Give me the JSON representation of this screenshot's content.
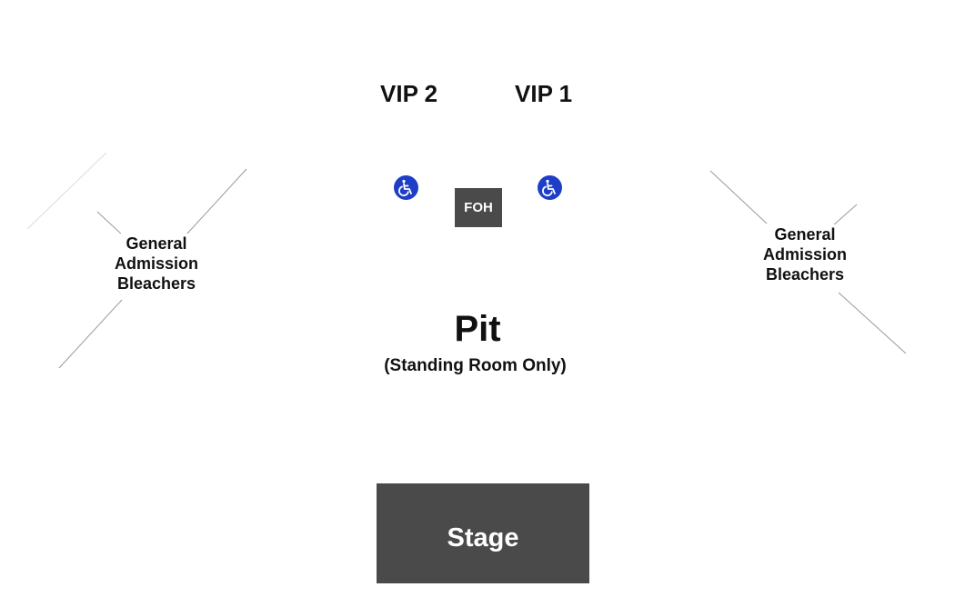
{
  "sections": {
    "vip2": "VIP 2",
    "vip1": "VIP 1",
    "foh": "FOH",
    "pit": "Pit",
    "pit_note": "(Standing Room Only)",
    "stage": "Stage",
    "ga_left": [
      "General",
      "Admission",
      "Bleachers"
    ],
    "ga_right": [
      "General",
      "Admission",
      "Bleachers"
    ]
  },
  "icons": {
    "accessible_seating": "wheelchair-icon"
  },
  "colors": {
    "stage_fill": "#4a4a4a",
    "foh_fill": "#4a4a4a",
    "accessible_fill": "#1f3ec8",
    "section_lines": "#9a9a9a"
  }
}
